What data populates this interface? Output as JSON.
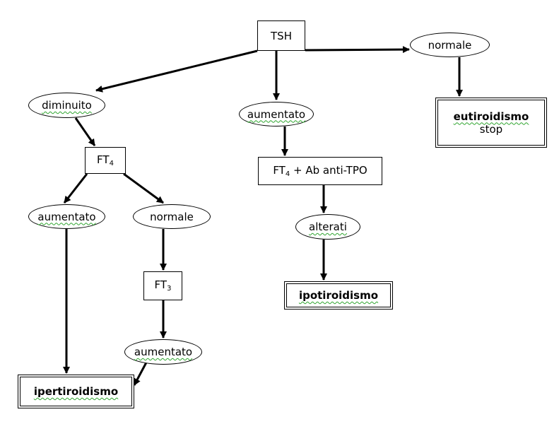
{
  "nodes": {
    "tsh": "TSH",
    "normale_top": "normale",
    "diminuito": "diminuito",
    "aumentato_mid": "aumentato",
    "eutiroidismo_title": "eutiroidismo",
    "eutiroidismo_sub": "stop",
    "ft4_main": "FT",
    "ft4_sub": "4",
    "ft4_ab_main": "FT",
    "ft4_ab_sub": "4",
    "ft4_ab_rest": " + Ab anti-TPO",
    "aumentato_left": "aumentato",
    "normale_left": "normale",
    "alterati": "alterati",
    "ft3_main": "FT",
    "ft3_sub": "3",
    "ipotiroidismo": "ipotiroidismo",
    "aumentato_bottom": "aumentato",
    "ipertiroidismo": "ipertiroidismo"
  },
  "edges": [
    {
      "from": "tsh",
      "to": "normale_top"
    },
    {
      "from": "tsh",
      "to": "diminuito"
    },
    {
      "from": "tsh",
      "to": "aumentato_mid"
    },
    {
      "from": "normale_top",
      "to": "eutiroidismo"
    },
    {
      "from": "diminuito",
      "to": "ft4"
    },
    {
      "from": "aumentato_mid",
      "to": "ft4_ab"
    },
    {
      "from": "ft4",
      "to": "aumentato_left"
    },
    {
      "from": "ft4",
      "to": "normale_left"
    },
    {
      "from": "ft4_ab",
      "to": "alterati"
    },
    {
      "from": "alterati",
      "to": "ipotiroidismo"
    },
    {
      "from": "normale_left",
      "to": "ft3"
    },
    {
      "from": "ft3",
      "to": "aumentato_bottom"
    },
    {
      "from": "aumentato_left",
      "to": "ipertiroidismo"
    },
    {
      "from": "aumentato_bottom",
      "to": "ipertiroidismo"
    }
  ],
  "colors": {
    "line": "#000000",
    "spellcheck_underline": "#2fa52f"
  }
}
